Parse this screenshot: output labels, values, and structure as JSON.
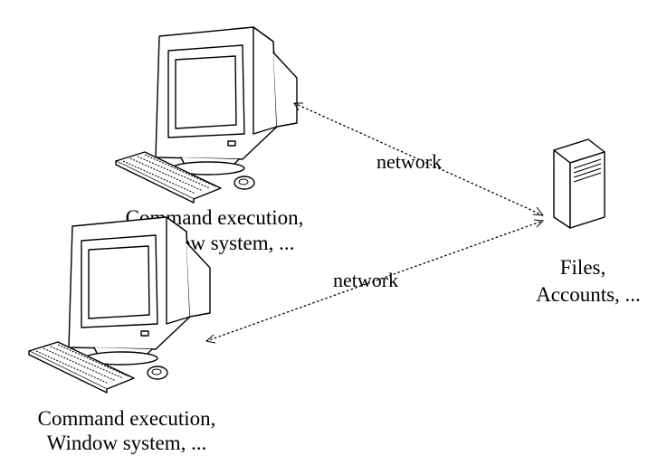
{
  "workstations": [
    {
      "caption_line1": "Command execution,",
      "caption_line2": "Window system, ..."
    },
    {
      "caption_line1": "Command execution,",
      "caption_line2": "Window system, ..."
    }
  ],
  "server": {
    "caption_line1": "Files,",
    "caption_line2": "Accounts, ..."
  },
  "links": [
    {
      "label": "network"
    },
    {
      "label": "network"
    }
  ]
}
